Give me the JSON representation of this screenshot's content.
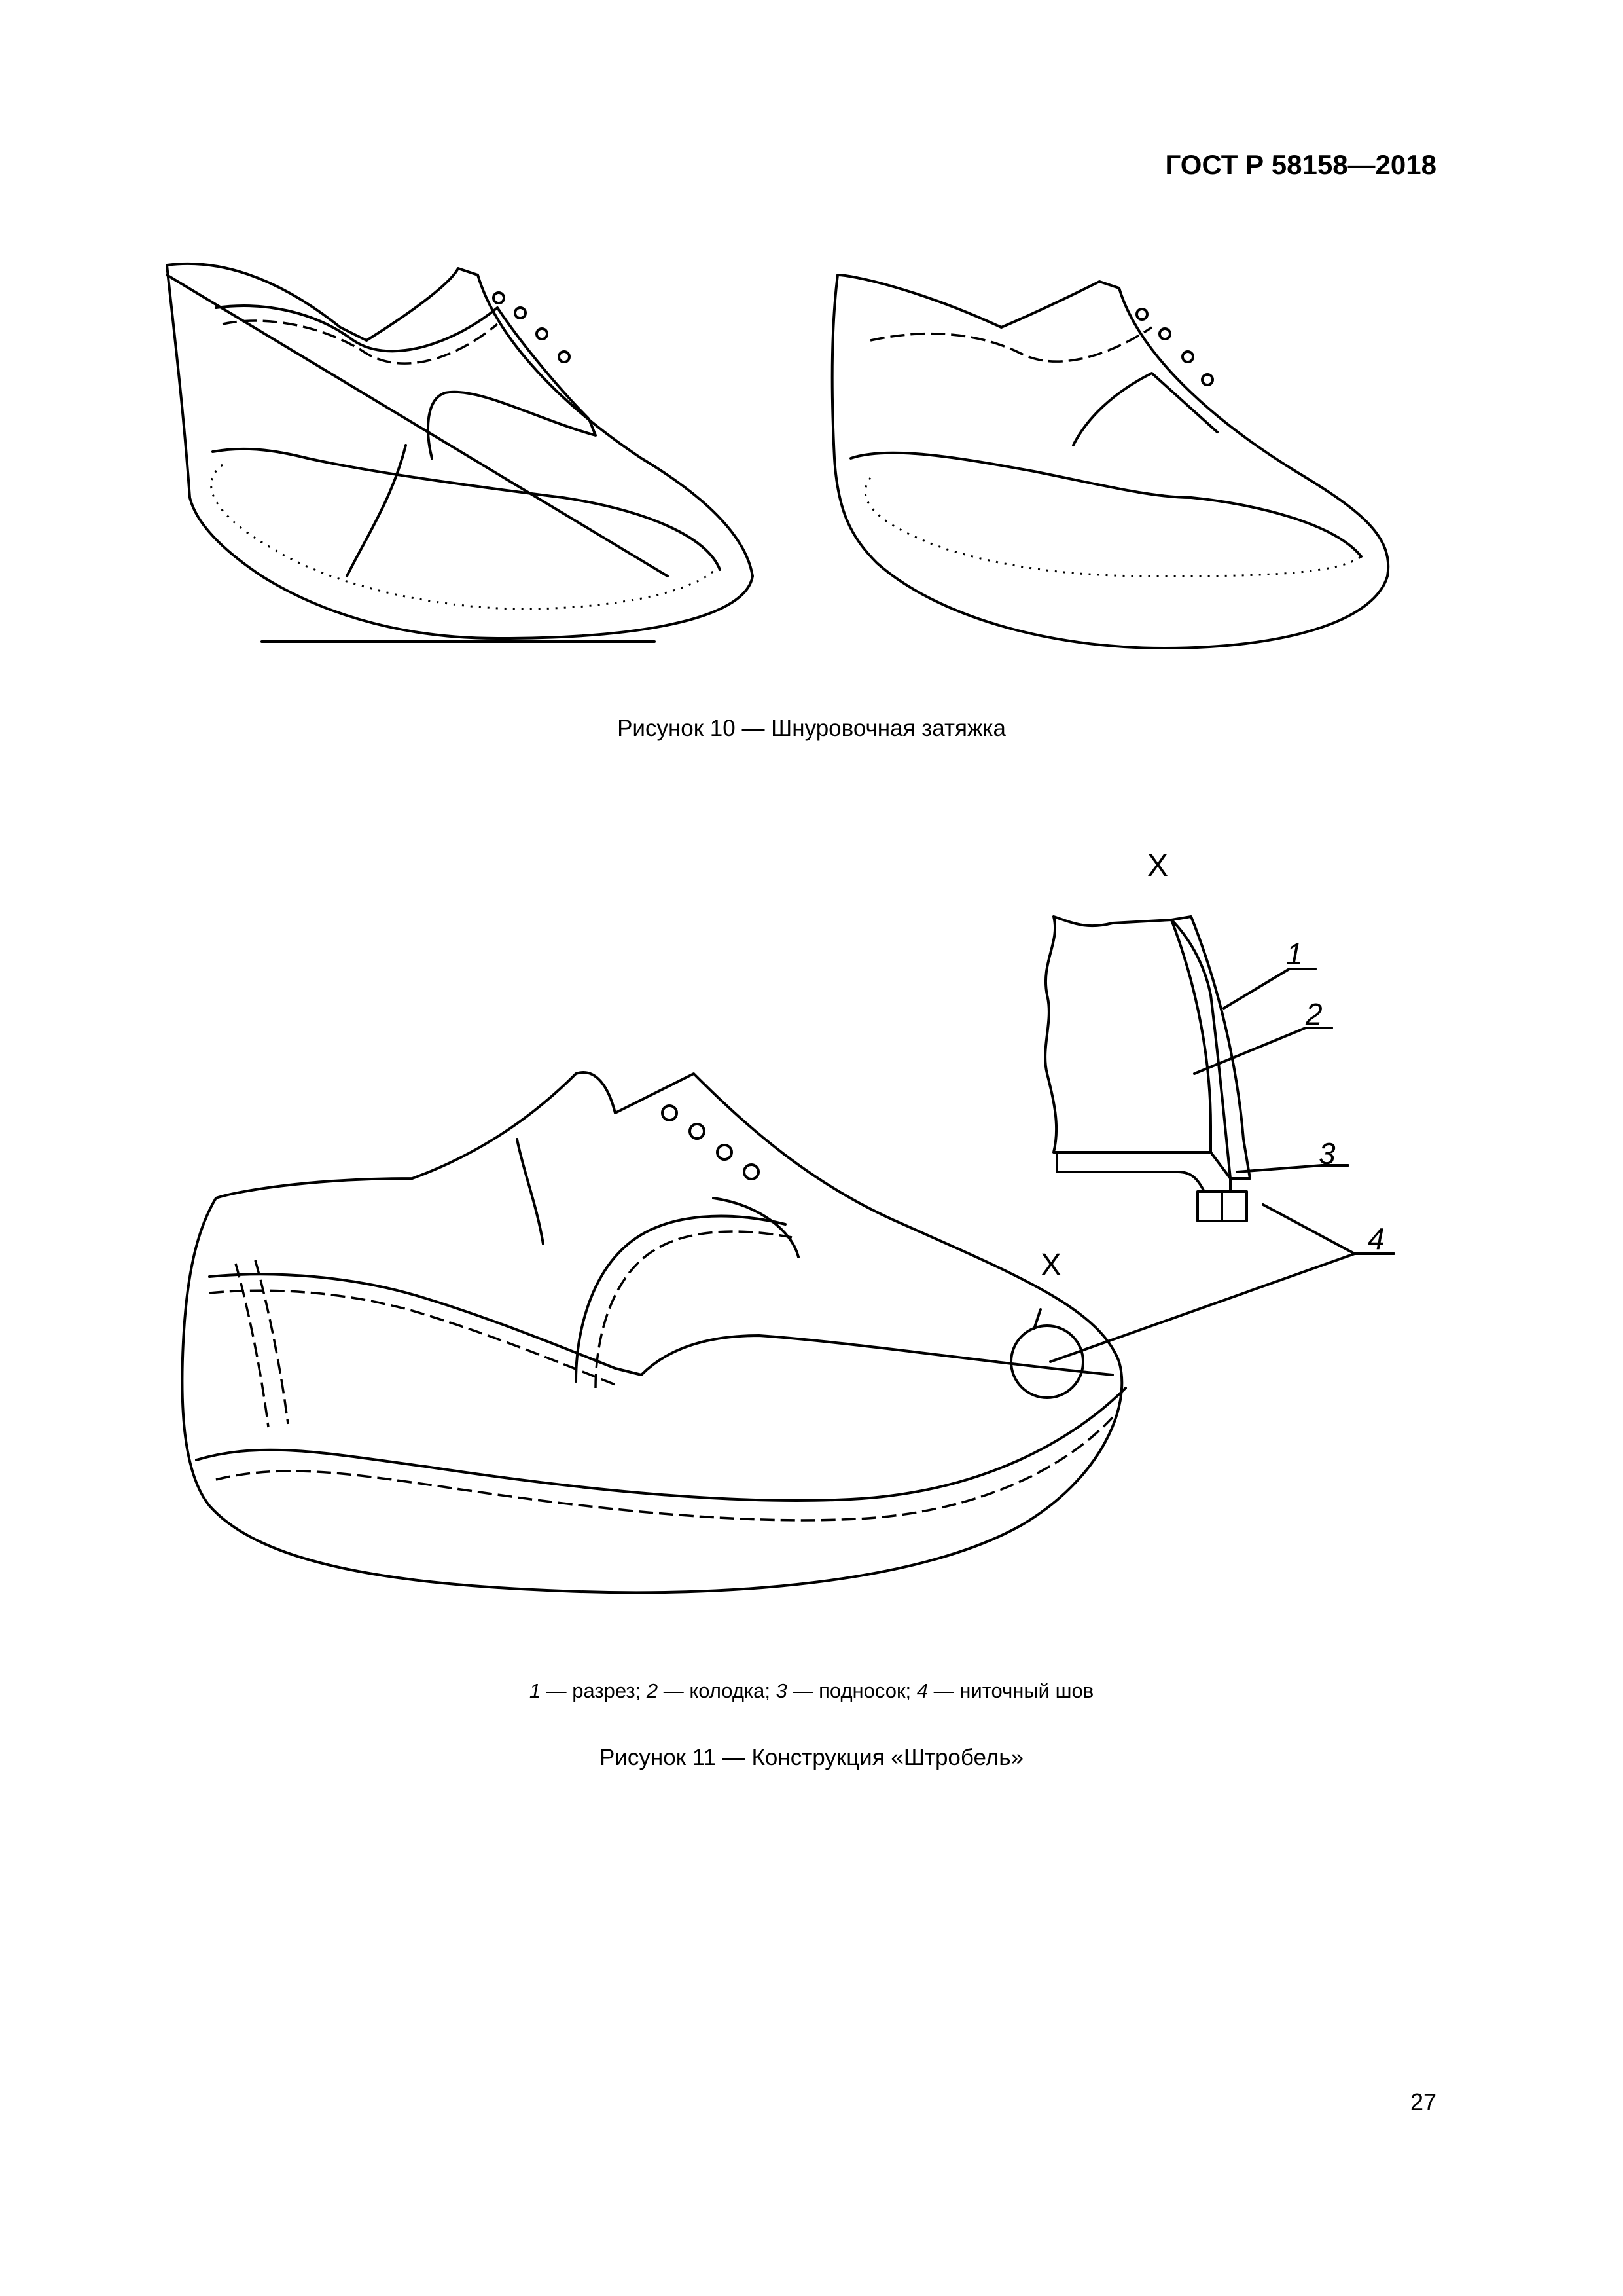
{
  "header": {
    "standard": "ГОСТ Р 58158—2018"
  },
  "figure10": {
    "caption": "Рисунок 10 — Шнуровочная затяжка"
  },
  "figure11": {
    "caption": "Рисунок 11 — Конструкция «Штробель»",
    "detail_label": "X",
    "callouts": [
      "1",
      "2",
      "3",
      "4"
    ],
    "legend": [
      {
        "num": "1",
        "text": " — разрез; "
      },
      {
        "num": "2",
        "text": " — колодка; "
      },
      {
        "num": "3",
        "text": " — подносок; "
      },
      {
        "num": "4",
        "text": " — ниточный шов"
      }
    ]
  },
  "footer": {
    "page_number": "27"
  }
}
